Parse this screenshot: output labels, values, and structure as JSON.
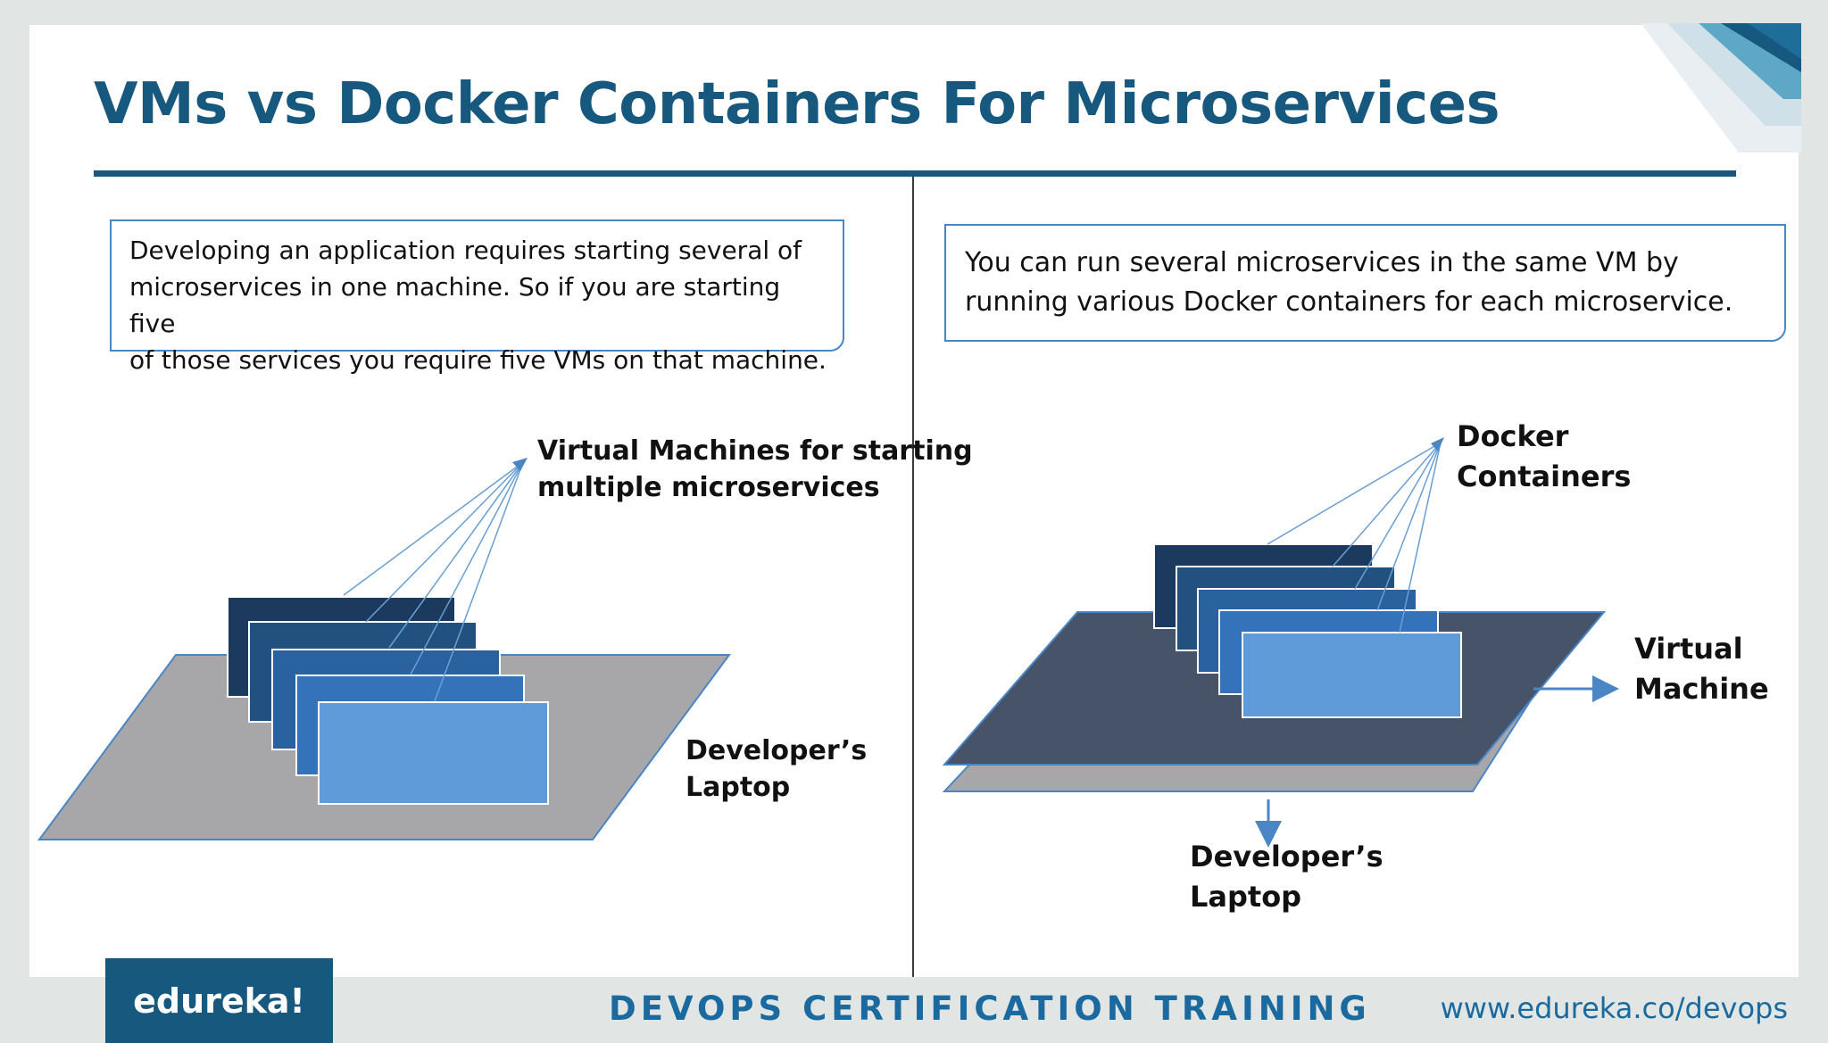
{
  "title": "VMs vs Docker Containers For Microservices",
  "left": {
    "description_lines": [
      "Developing an application requires starting several of",
      "microservices in one machine. So if you are starting five",
      "of those services you require five VMs on that machine."
    ],
    "vm_label_lines": [
      "Virtual Machines for starting",
      "multiple microservices"
    ],
    "laptop_label_lines": [
      "Developer’s",
      "Laptop"
    ]
  },
  "right": {
    "description_lines": [
      "You can run several microservices in the same VM by",
      "running various Docker containers for each microservice."
    ],
    "containers_label_lines": [
      "Docker",
      "Containers"
    ],
    "vm_label_lines": [
      "Virtual",
      "Machine"
    ],
    "laptop_label_lines": [
      "Developer’s",
      "Laptop"
    ]
  },
  "footer": {
    "logo": "edureka!",
    "center": "DEVOPS CERTIFICATION TRAINING",
    "url": "www.edureka.co/devops"
  },
  "colors": {
    "brand": "#17587f",
    "box_border": "#4a86c5",
    "laptop": "#a7a6a9",
    "vm_plate": "#465369",
    "stack_shades": [
      "#1b3a5e",
      "#22507f",
      "#2a62a0",
      "#3473ba",
      "#5e9bd8"
    ]
  }
}
